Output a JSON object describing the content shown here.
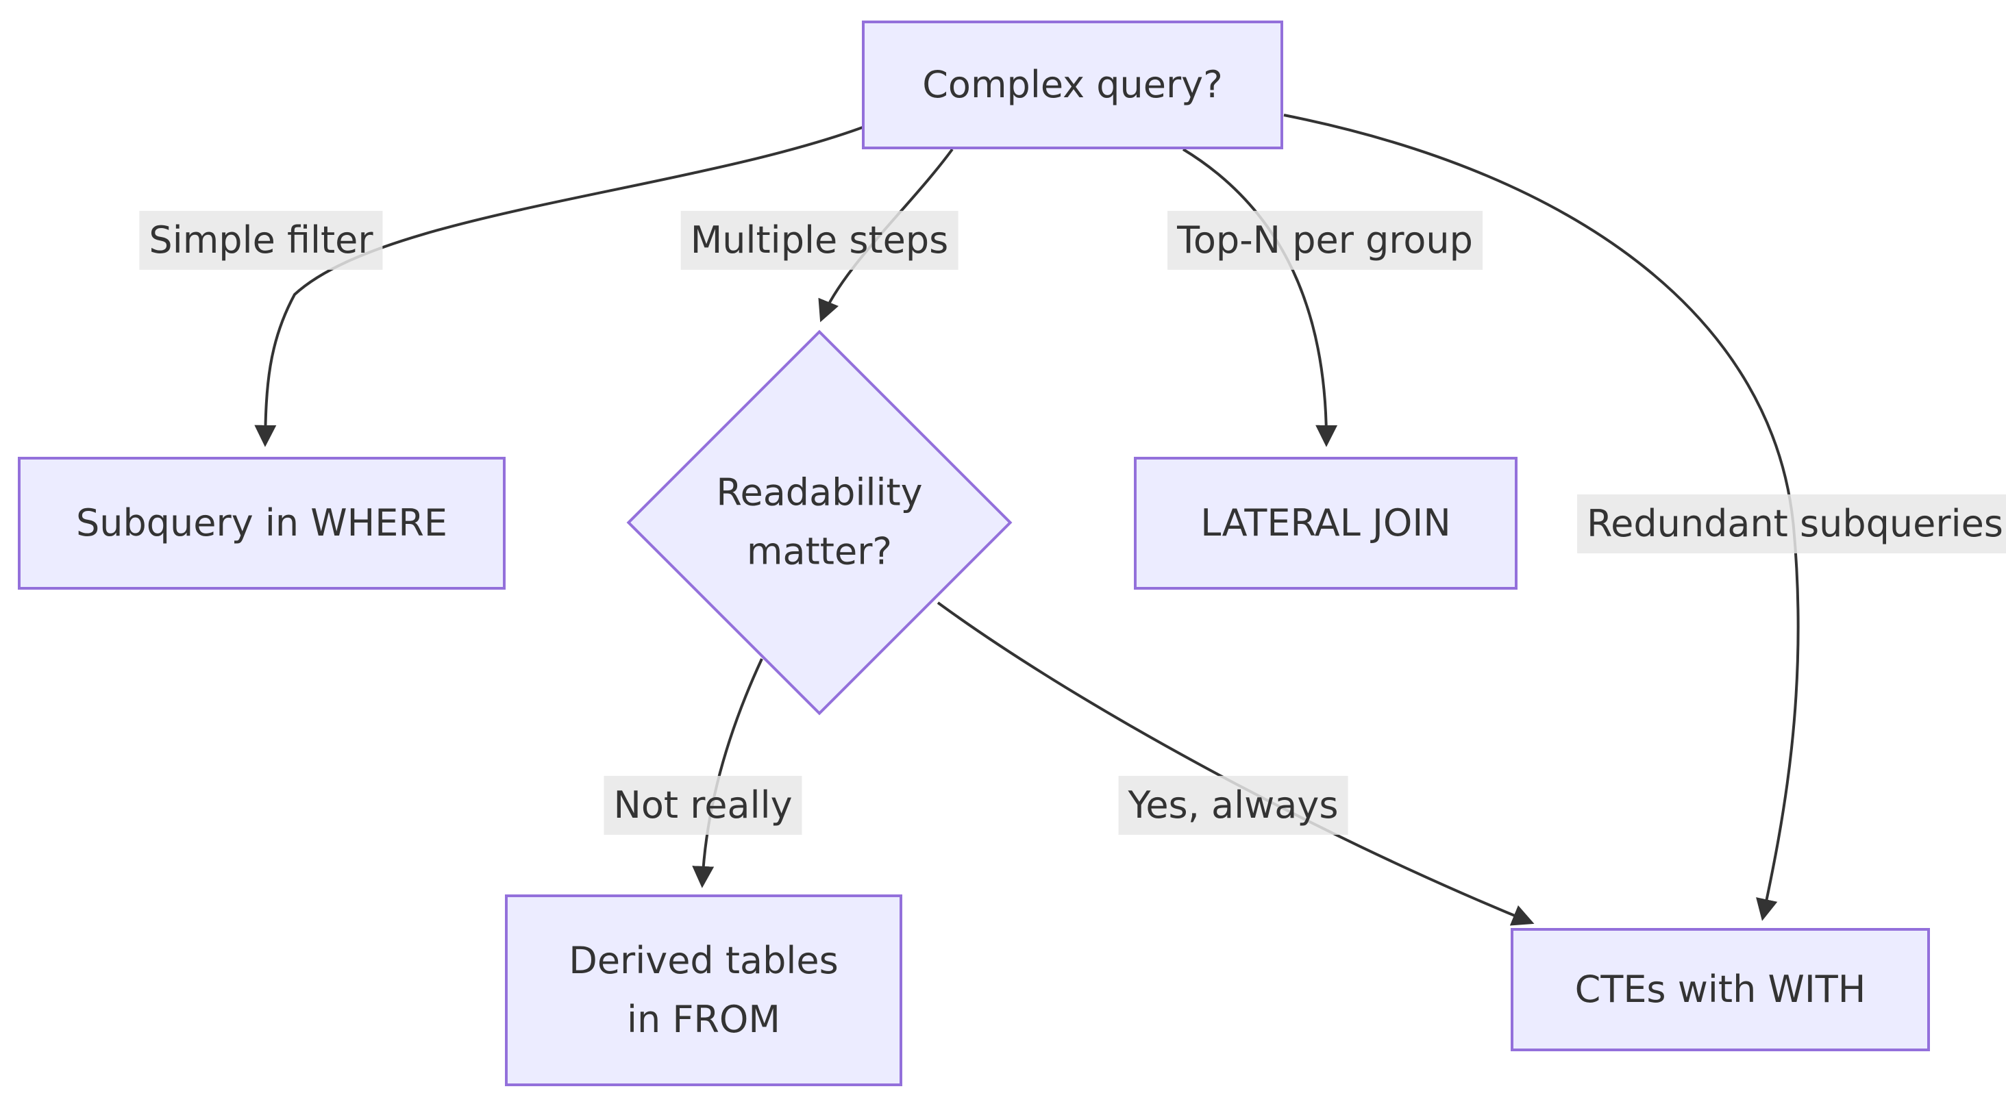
{
  "diagram": {
    "type": "flowchart",
    "colors": {
      "canvas_bg": "#ffffff",
      "node_fill": "#ECECFF",
      "node_border": "#9370DB",
      "text": "#333333",
      "edge_line": "#333333",
      "edge_label_bg": "#e8e8e8"
    },
    "nodes": [
      {
        "id": "complex-query",
        "shape": "rect",
        "label": "Complex query?"
      },
      {
        "id": "subquery-in-where",
        "shape": "rect",
        "label": "Subquery in WHERE"
      },
      {
        "id": "readability-matter",
        "shape": "diamond",
        "lines": [
          "Readability",
          "matter?"
        ]
      },
      {
        "id": "lateral-join",
        "shape": "rect",
        "label": "LATERAL JOIN"
      },
      {
        "id": "derived-tables",
        "shape": "rect",
        "lines": [
          "Derived tables",
          "in FROM"
        ]
      },
      {
        "id": "ctes-with-with",
        "shape": "rect",
        "label": "CTEs with WITH"
      }
    ],
    "edges": [
      {
        "from": "complex-query",
        "to": "subquery-in-where",
        "label": "Simple filter"
      },
      {
        "from": "complex-query",
        "to": "readability-matter",
        "label": "Multiple steps"
      },
      {
        "from": "complex-query",
        "to": "lateral-join",
        "label": "Top-N per group"
      },
      {
        "from": "complex-query",
        "to": "ctes-with-with",
        "label": "Redundant subqueries"
      },
      {
        "from": "readability-matter",
        "to": "derived-tables",
        "label": "Not really"
      },
      {
        "from": "readability-matter",
        "to": "ctes-with-with",
        "label": "Yes, always"
      }
    ]
  }
}
